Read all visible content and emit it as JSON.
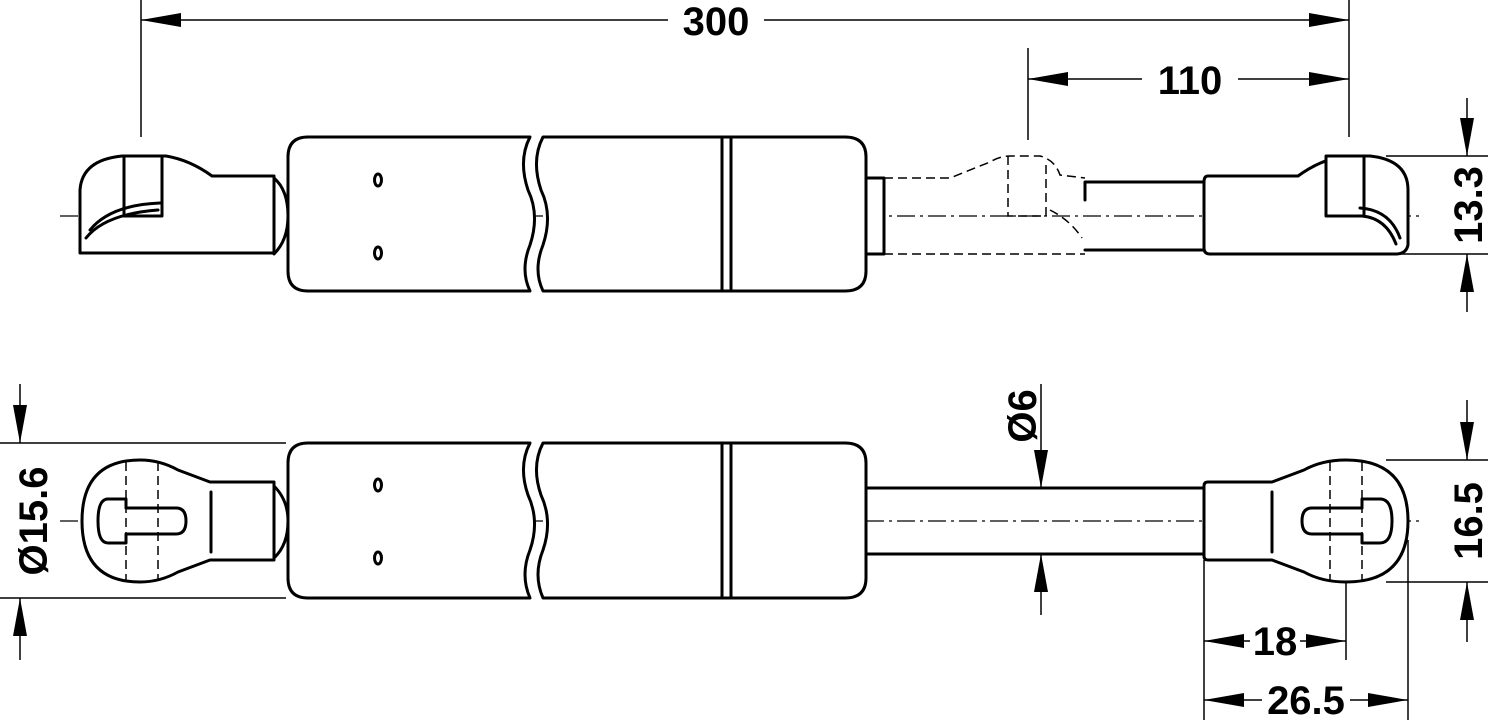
{
  "dimensions": {
    "overall_length": "300",
    "stroke": "110",
    "end_fitting_height": "13.3",
    "body_diameter": "Ø15.6",
    "rod_diameter": "Ø6",
    "end_fitting_width": "16.5",
    "fitting_short": "18",
    "fitting_long": "26.5"
  },
  "colors": {
    "line": "#000000",
    "background": "#ffffff"
  }
}
